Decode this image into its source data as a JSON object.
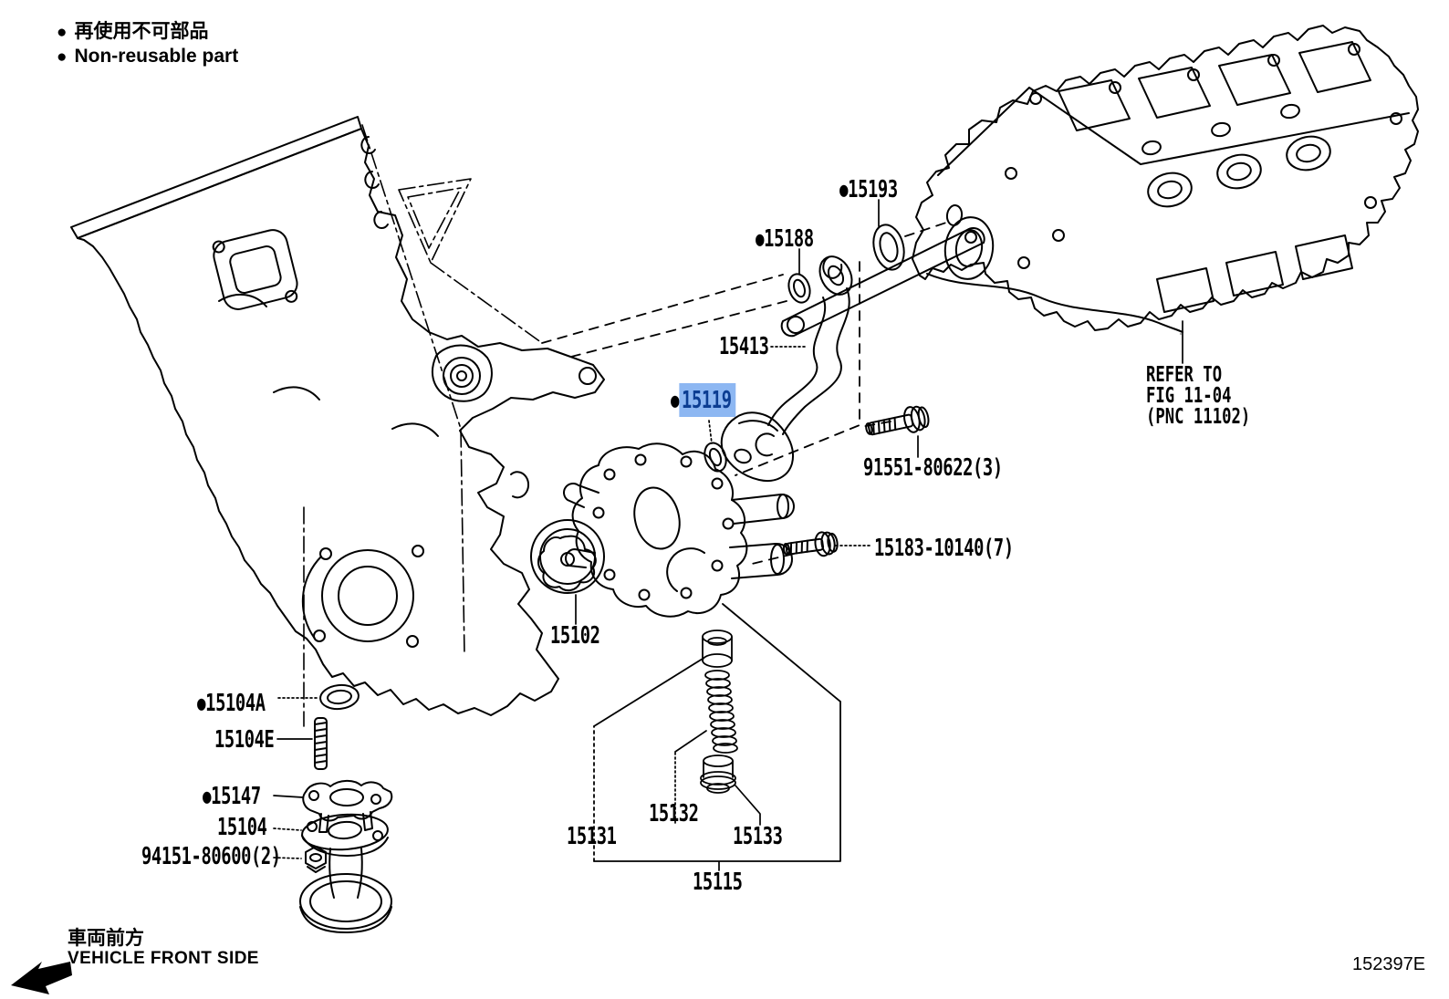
{
  "legend": {
    "bullet": "●",
    "jp": "再使用不可部品",
    "en": "Non-reusable part"
  },
  "parts": {
    "p15193": {
      "text": "15193",
      "bullet": "●"
    },
    "p15188": {
      "text": "15188",
      "bullet": "●"
    },
    "p15413": {
      "text": "15413"
    },
    "p15119": {
      "text": "15119",
      "bullet": "●",
      "highlighted": true
    },
    "p91551": {
      "text": "91551-80622(3)"
    },
    "p15183": {
      "text": "15183-10140(7)"
    },
    "p15102": {
      "text": "15102"
    },
    "p15104A": {
      "text": "15104A",
      "bullet": "●"
    },
    "p15104E": {
      "text": "15104E"
    },
    "p15147": {
      "text": "15147",
      "bullet": "●"
    },
    "p15104": {
      "text": "15104"
    },
    "p94151": {
      "text": "94151-80600(2)"
    },
    "p15131": {
      "text": "15131"
    },
    "p15132": {
      "text": "15132"
    },
    "p15133": {
      "text": "15133"
    },
    "p15115": {
      "text": "15115"
    }
  },
  "refer_note": {
    "line1": "REFER TO",
    "line2": "FIG 11-04",
    "line3": "(PNC 11102)"
  },
  "front_side": {
    "jp": "車両前方",
    "en": "VEHICLE FRONT SIDE"
  },
  "figure_code": "152397E",
  "colors": {
    "highlight_bg": "#8db7f2",
    "highlight_text": "#0c3d92",
    "line_color": "#000000"
  }
}
